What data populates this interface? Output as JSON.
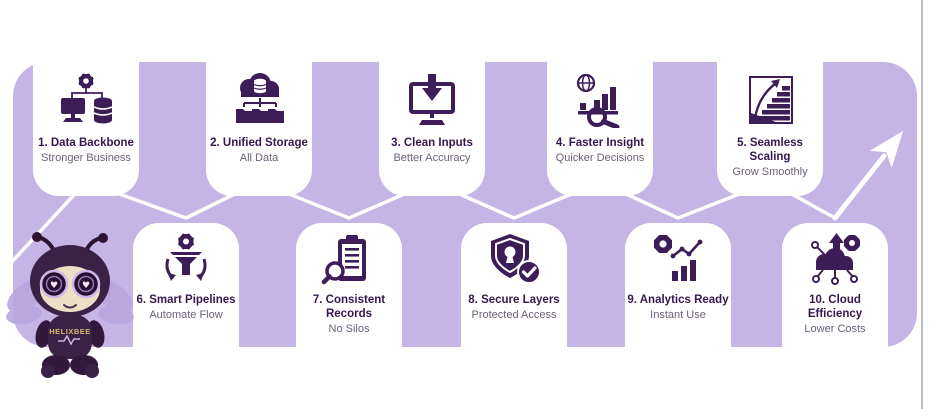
{
  "page": {
    "background": "#ffffff",
    "band_color": "#c4b5e4",
    "icon_color": "#3d1d58",
    "title_color": "#37174e",
    "subtitle_color": "#6d6078",
    "connector_color": "#ffffff"
  },
  "mascot": {
    "shirt_text": "HELIXBEE"
  },
  "steps": [
    {
      "title": "1. Data Backbone",
      "subtitle": "Stronger Business",
      "icon": "computer-database-gear-icon"
    },
    {
      "title": "2. Unified Storage",
      "subtitle": "All Data",
      "icon": "cloud-database-folders-icon"
    },
    {
      "title": "3. Clean Inputs",
      "subtitle": "Better Accuracy",
      "icon": "monitor-download-icon"
    },
    {
      "title": "4. Faster Insight",
      "subtitle": "Quicker Decisions",
      "icon": "globe-chart-magnifier-icon"
    },
    {
      "title": "5. Seamless Scaling",
      "subtitle": "Grow Smoothly",
      "icon": "growth-stairs-arrow-icon"
    },
    {
      "title": "6. Smart Pipelines",
      "subtitle": "Automate Flow",
      "icon": "funnel-gear-icon"
    },
    {
      "title": "7. Consistent Records",
      "subtitle": "No Silos",
      "icon": "clipboard-magnifier-icon"
    },
    {
      "title": "8. Secure Layers",
      "subtitle": "Protected Access",
      "icon": "shield-check-icon"
    },
    {
      "title": "9. Analytics Ready",
      "subtitle": "Instant Use",
      "icon": "gear-trend-bars-icon"
    },
    {
      "title": "10. Cloud Efficiency",
      "subtitle": "Lower Costs",
      "icon": "cloud-uparrow-gear-icon"
    }
  ]
}
